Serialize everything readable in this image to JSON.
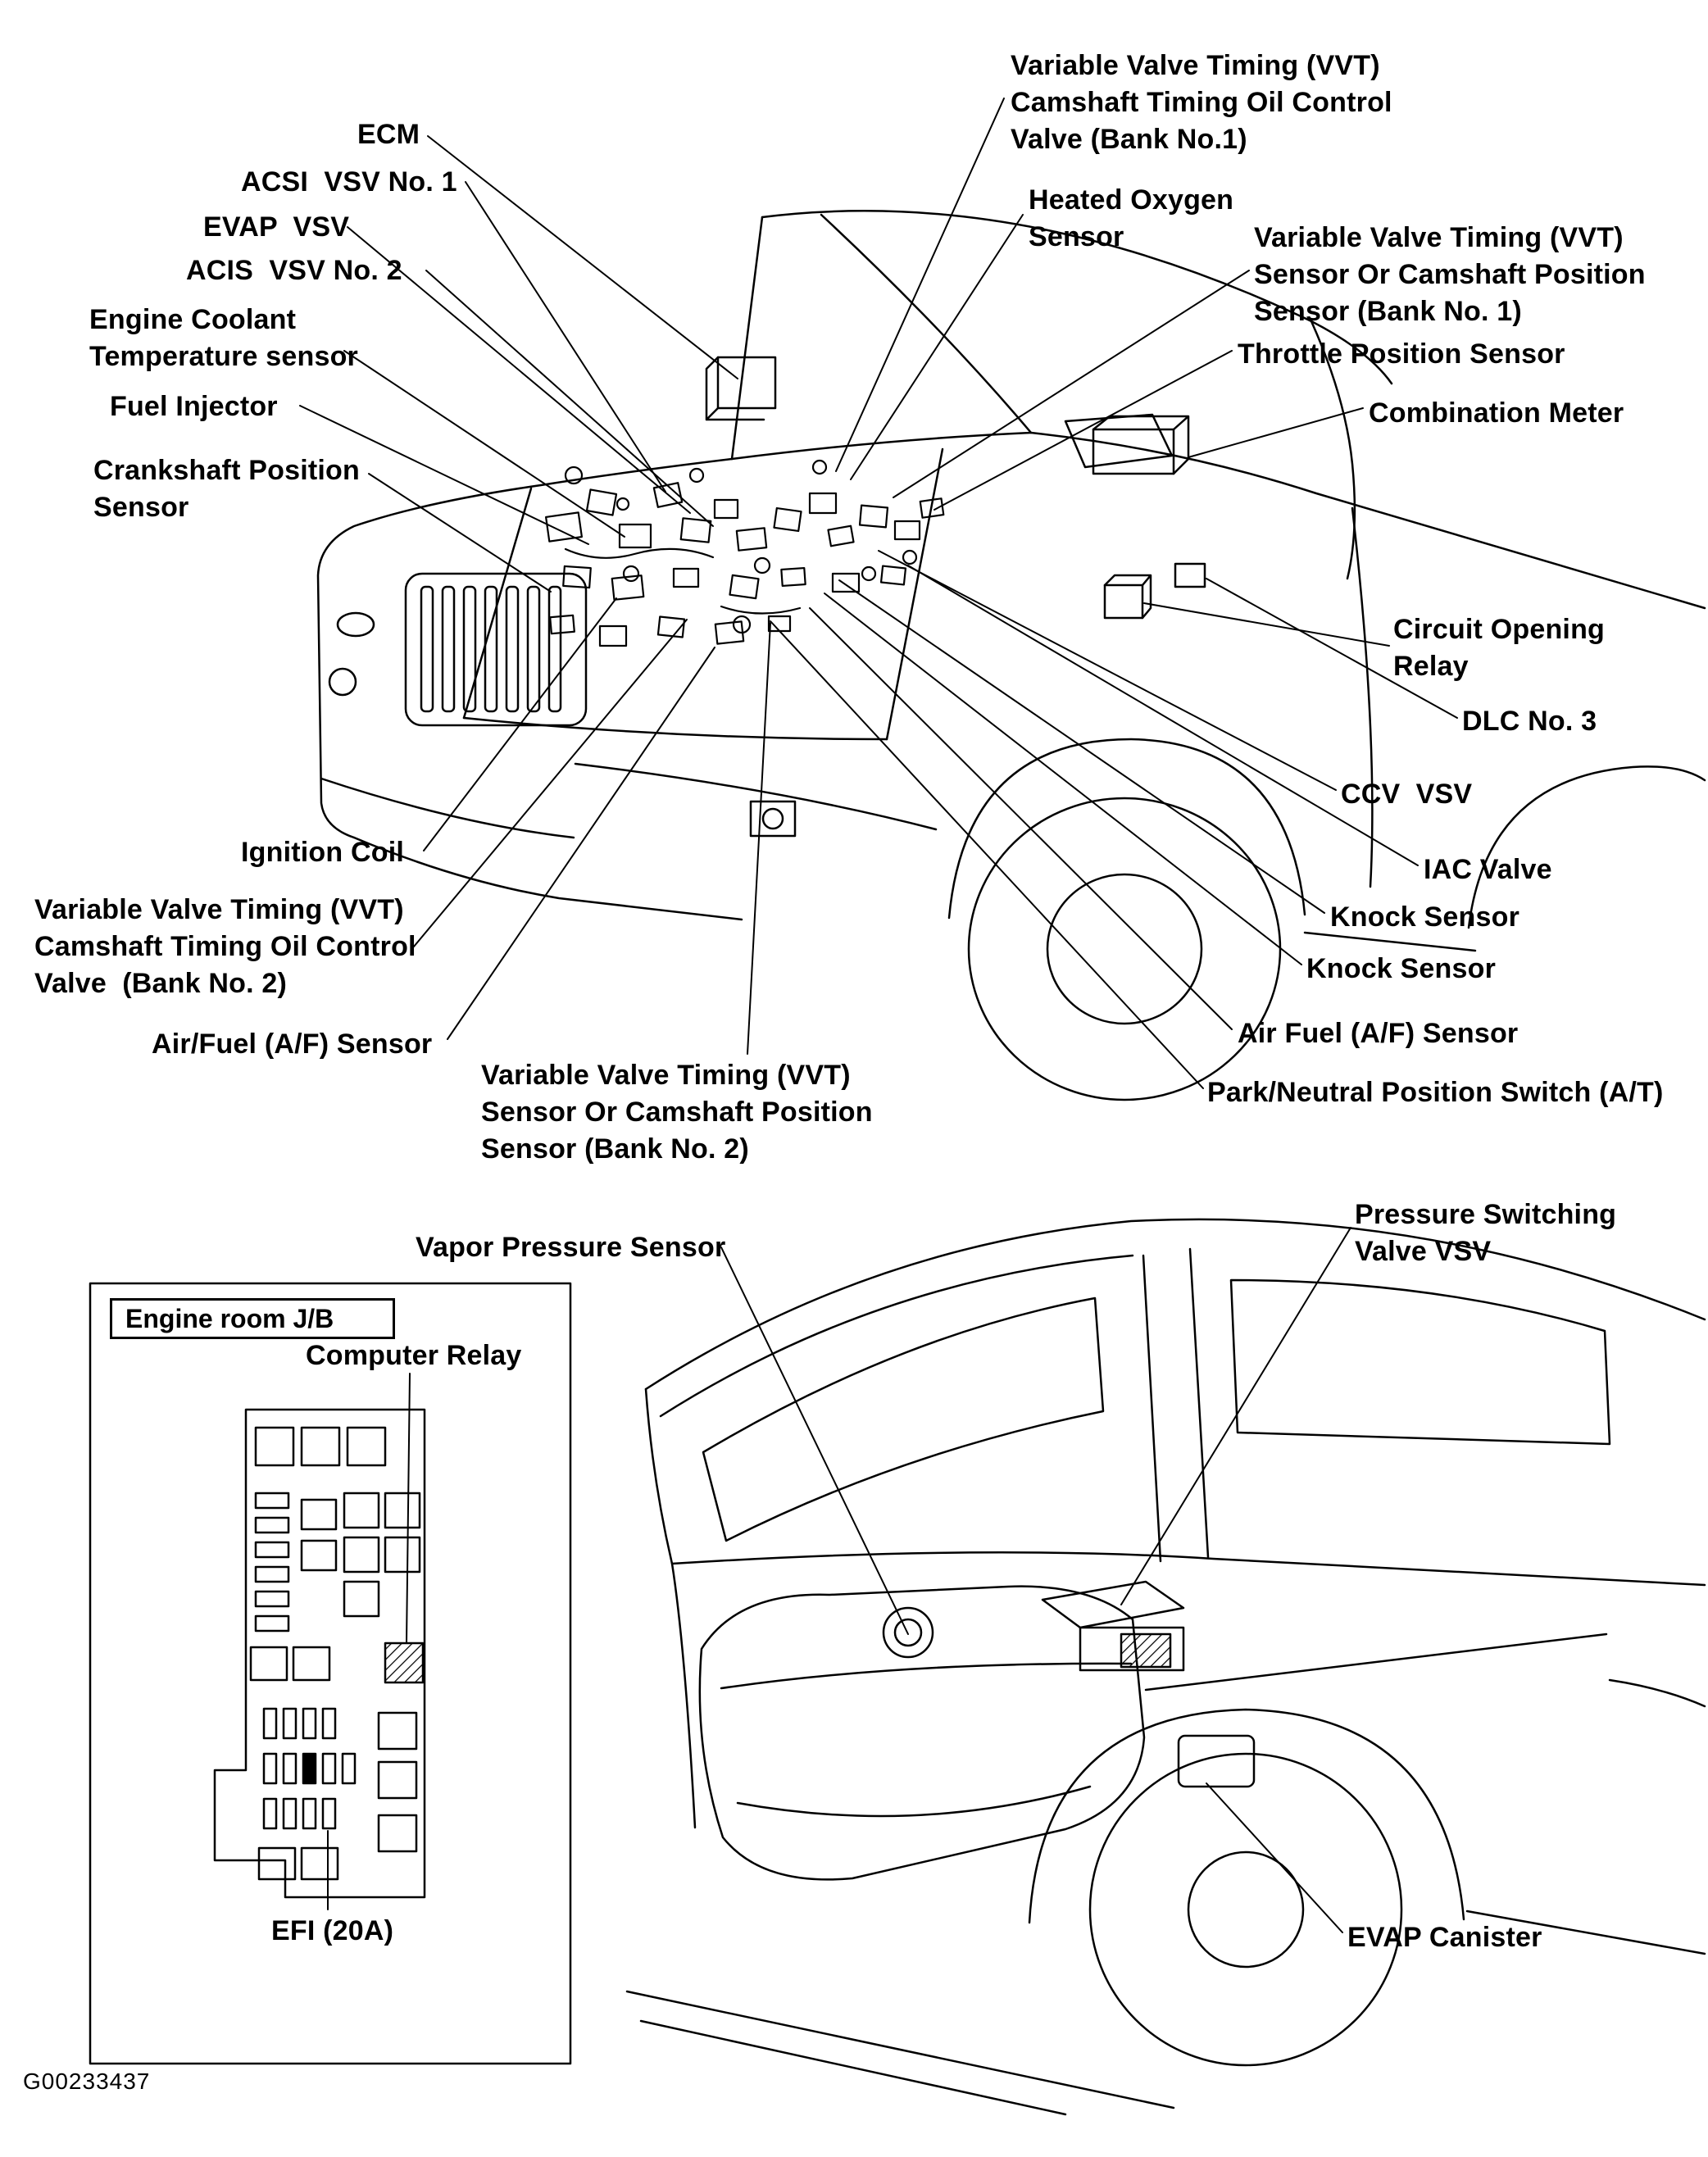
{
  "figure": {
    "code": "G00233437"
  },
  "colors": {
    "ink": "#000000",
    "background": "#ffffff"
  },
  "engine_view": {
    "labels": {
      "ecm": "ECM",
      "acsi_vsv_1": "ACSI  VSV No. 1",
      "evap_vsv": "EVAP  VSV",
      "acis_vsv_2": "ACIS  VSV No. 2",
      "engine_coolant": "Engine Coolant\nTemperature sensor",
      "fuel_injector": "Fuel Injector",
      "crankshaft": "Crankshaft Position\nSensor",
      "ignition_coil": "Ignition Coil",
      "vvt_valve_bank2": "Variable Valve Timing (VVT)\nCamshaft Timing Oil Control\nValve  (Bank No. 2)",
      "af_sensor_left": "Air/Fuel (A/F) Sensor",
      "vvt_sensor_bank2": "Variable Valve Timing (VVT)\nSensor Or Camshaft Position\nSensor (Bank No. 2)",
      "vvt_valve_bank1": "Variable Valve Timing (VVT)\nCamshaft Timing Oil Control\nValve (Bank No.1)",
      "heated_oxygen": "Heated Oxygen\nSensor",
      "vvt_sensor_bank1": "Variable Valve Timing (VVT)\nSensor Or Camshaft Position\nSensor (Bank No. 1)",
      "throttle_position": "Throttle Position Sensor",
      "combination_meter": "Combination Meter",
      "circuit_opening_relay": "Circuit Opening\nRelay",
      "dlc_3": "DLC No. 3",
      "ccv_vsv": "CCV  VSV",
      "iac_valve": "IAC Valve",
      "knock_sensor_1": "Knock Sensor",
      "knock_sensor_2": "Knock Sensor",
      "af_sensor_right": "Air Fuel (A/F) Sensor",
      "park_neutral": "Park/Neutral Position Switch (A/T)"
    }
  },
  "fuse_box_view": {
    "title": "Engine room J/B",
    "labels": {
      "computer_relay": "Computer Relay",
      "efi_fuse": "EFI (20A)"
    }
  },
  "fuel_tank_view": {
    "labels": {
      "vapor_pressure": "Vapor Pressure Sensor",
      "pressure_switching": "Pressure Switching\nValve VSV",
      "evap_canister": "EVAP Canister"
    }
  }
}
